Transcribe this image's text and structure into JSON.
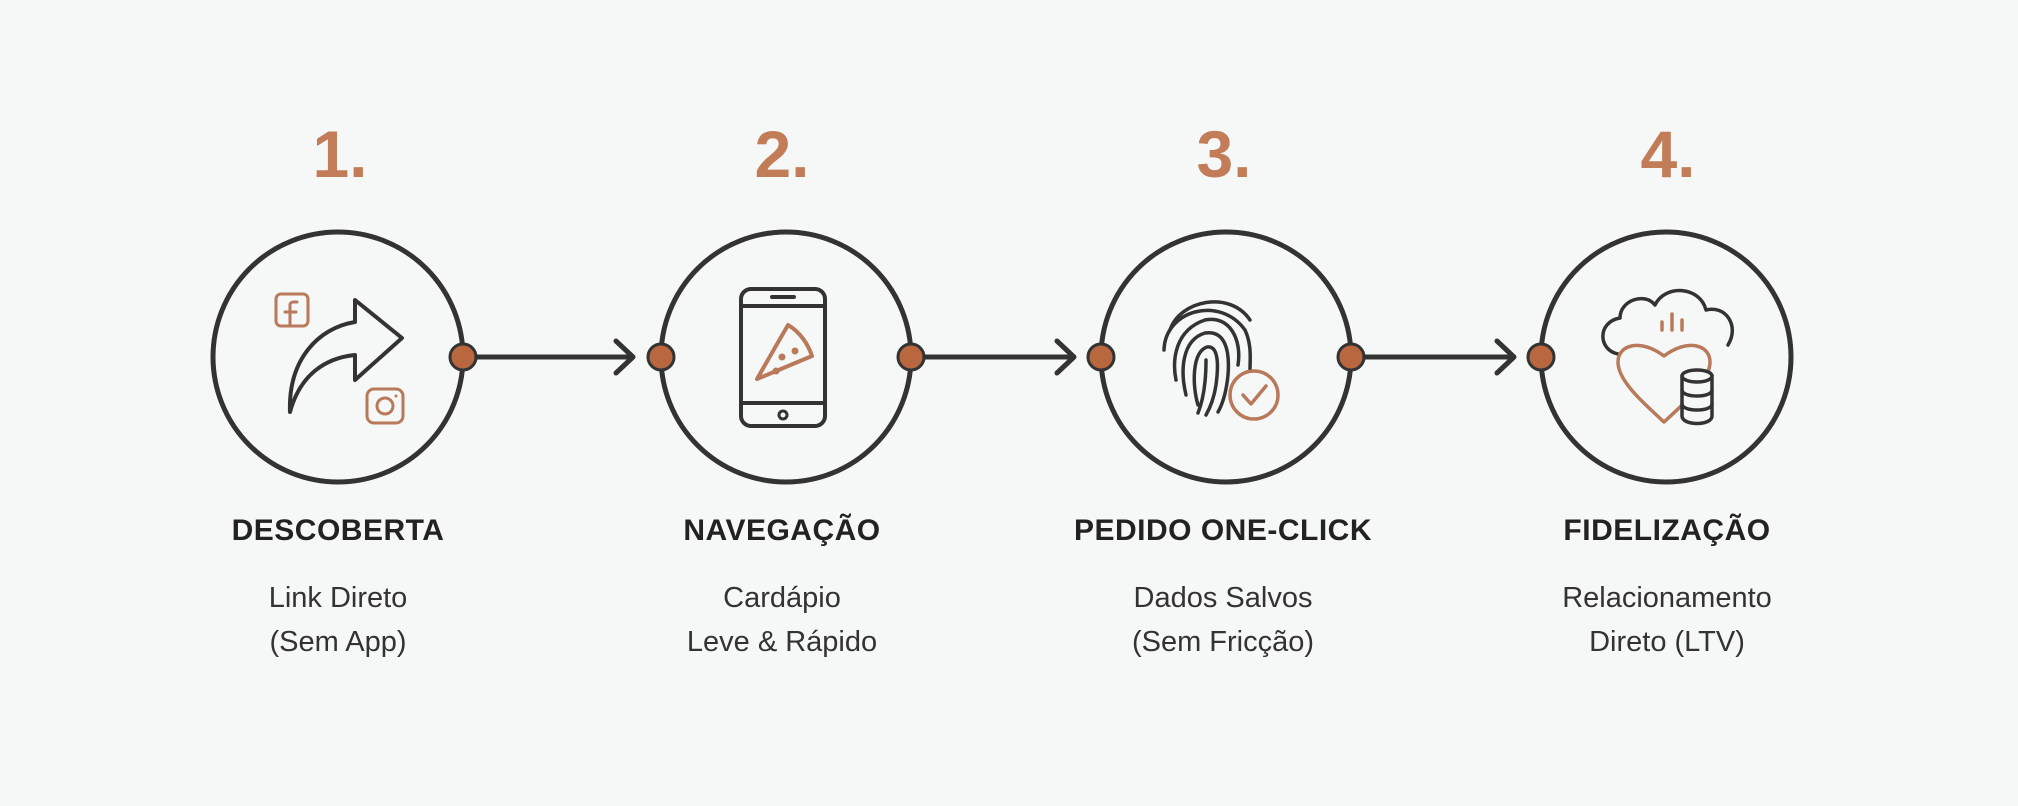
{
  "colors": {
    "accent": "#c27c58",
    "line": "#333333",
    "dot": "#b8673f"
  },
  "steps": [
    {
      "number": "1.",
      "title": "DESCOBERTA",
      "line1": "Link Direto",
      "line2": "(Sem App)",
      "icon": "share-arrow-icon"
    },
    {
      "number": "2.",
      "title": "NAVEGAÇÃO",
      "line1": "Cardápio",
      "line2": "Leve & Rápido",
      "icon": "phone-pizza-icon"
    },
    {
      "number": "3.",
      "title": "PEDIDO ONE-CLICK",
      "line1": "Dados Salvos",
      "line2": "(Sem Fricção)",
      "icon": "fingerprint-check-icon"
    },
    {
      "number": "4.",
      "title": "FIDELIZAÇÃO",
      "line1": "Relacionamento",
      "line2": "Direto (LTV)",
      "icon": "cloud-heart-database-icon"
    }
  ]
}
